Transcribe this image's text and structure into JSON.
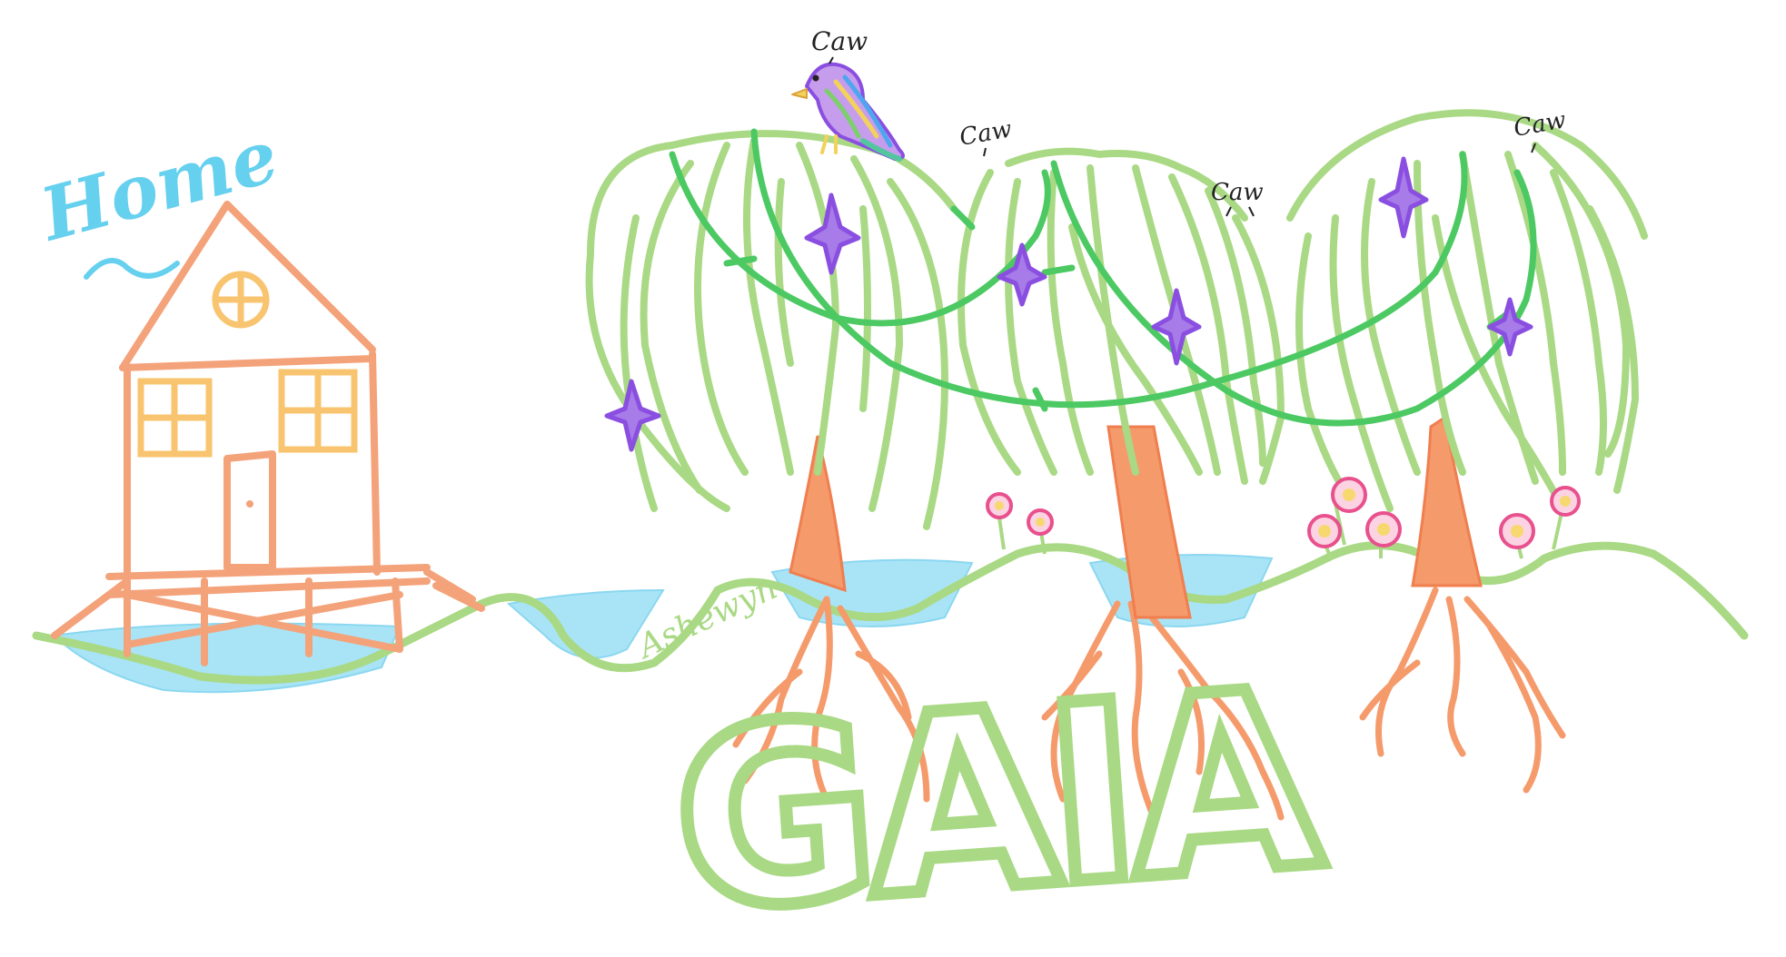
{
  "drawing": {
    "home_label": "Home",
    "title": "GAIA",
    "signature": "Ashewyn",
    "bird_calls": [
      "Caw",
      "Caw",
      "Caw",
      "Caw"
    ]
  },
  "colors": {
    "willow_green": "#a9d984",
    "vine_green": "#4cc962",
    "trunk_orange": "#f59a6b",
    "house_orange": "#f4a27a",
    "window_yellow": "#f9c46f",
    "water_blue": "#8fdcf3",
    "home_blue": "#66d0ef",
    "star_purple": "#8a4fe0",
    "flower_pink": "#e8508e",
    "flower_center": "#f7d86f"
  },
  "icons": [
    "house-icon",
    "bird-icon",
    "willow-tree-icon",
    "flower-icon",
    "sparkle-icon",
    "root-icon"
  ]
}
